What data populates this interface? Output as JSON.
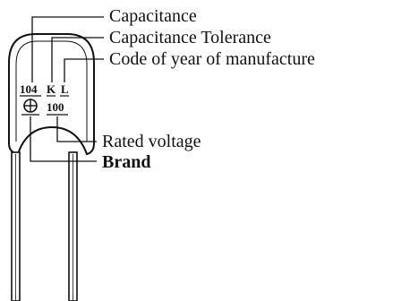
{
  "labels": {
    "capacitance": "Capacitance",
    "capacitance_tolerance": "Capacitance Tolerance",
    "year_code": "Code of year of manufacture",
    "rated_voltage": "Rated voltage",
    "brand": "Brand"
  },
  "markings": {
    "capacitance_code": "104",
    "tolerance_code": "K",
    "year_code": "L",
    "voltage_code": "100"
  },
  "icons": {
    "brand_logo": "brand-logo-icon"
  }
}
